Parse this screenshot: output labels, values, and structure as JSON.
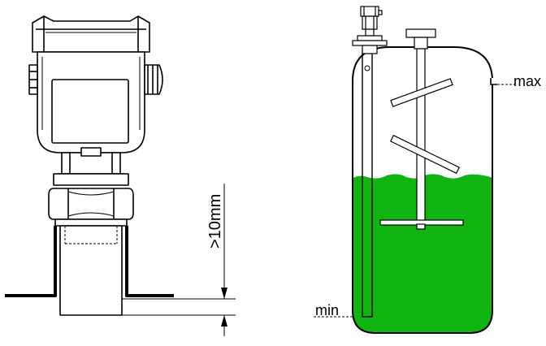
{
  "annotations": {
    "mount_gap": ">10mm",
    "level_max": "max",
    "level_min": "min"
  },
  "colors": {
    "liquid": "#11b512",
    "line": "#000000",
    "background": "#ffffff"
  }
}
